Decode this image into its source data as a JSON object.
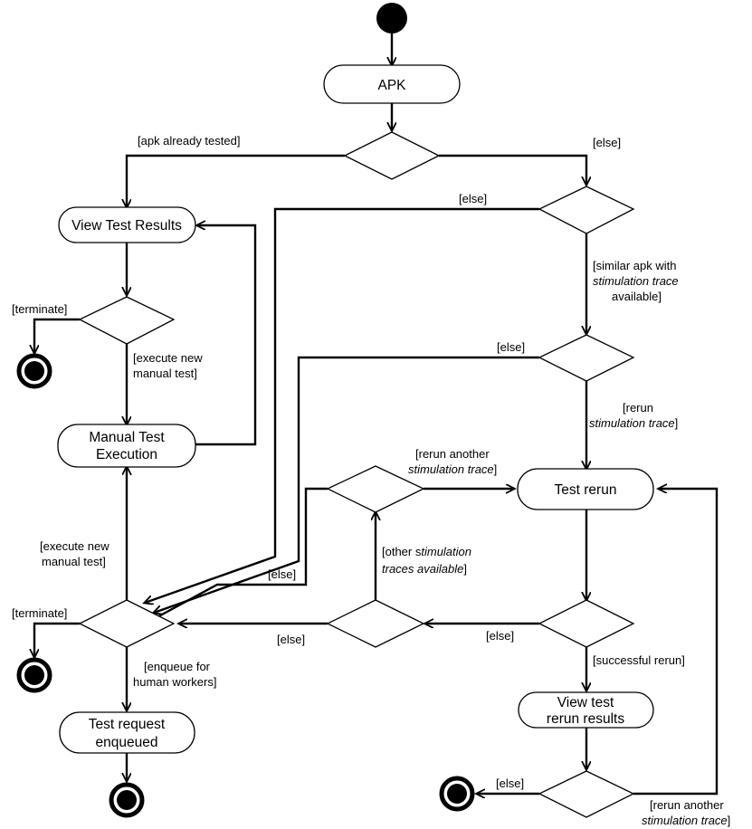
{
  "activities": {
    "apk": "APK",
    "view_test_results": "View Test Results",
    "manual_test_execution": [
      "Manual Test",
      "Execution"
    ],
    "test_rerun": "Test rerun",
    "view_test_rerun_results": [
      "View test",
      "rerun results"
    ],
    "test_request_enqueued": [
      "Test request",
      "enqueued"
    ]
  },
  "guards": {
    "apk_already_tested": "[apk already tested]",
    "else_d1": "[else]",
    "else_d2": "[else]",
    "similar_apk": [
      [
        "[similar apk with"
      ],
      [
        {
          "t": "stimulation trace",
          "i": true
        }
      ],
      [
        "available]"
      ]
    ],
    "terminate_d3": "[terminate]",
    "execute_new_manual_test_d3": [
      "[execute new",
      "manual test]"
    ],
    "else_d4": "[else]",
    "rerun_stimulation_trace": [
      [
        "[rerun"
      ],
      [
        {
          "t": "stimulation trace",
          "i": true
        },
        {
          "t": "]"
        }
      ]
    ],
    "rerun_another_top": [
      [
        "[rerun another"
      ],
      [
        {
          "t": "stimulation trace",
          "i": true
        },
        {
          "t": "]"
        }
      ]
    ],
    "other_traces": [
      [
        {
          "t": "[other s"
        },
        {
          "t": "timulation",
          "i": true
        }
      ],
      [
        {
          "t": "traces available",
          "i": true
        },
        {
          "t": "]"
        }
      ]
    ],
    "execute_new_manual_test_d7": [
      "[execute new",
      "manual test]"
    ],
    "else_d5": "[else]",
    "terminate_d7": "[terminate]",
    "else_d6": "[else]",
    "else_d8": "[else]",
    "successful_rerun": "[successful rerun]",
    "enqueue_for_human": [
      "[enqueue for",
      "human workers]"
    ],
    "else_d9": "[else]",
    "rerun_another_bottom": [
      [
        "[rerun another"
      ],
      [
        {
          "t": "stimulation trace",
          "i": true
        },
        {
          "t": "]"
        }
      ]
    ]
  }
}
